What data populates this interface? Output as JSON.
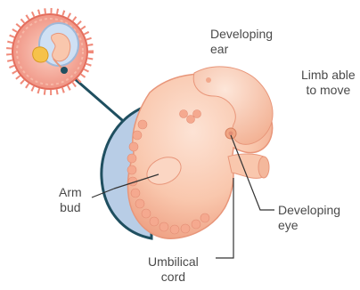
{
  "labels": {
    "developing_ear": [
      "Developing",
      "ear"
    ],
    "limb_able_to_move": [
      "Limb able",
      "to move"
    ],
    "arm_bud": [
      "Arm",
      "bud"
    ],
    "developing_eye": [
      "Developing",
      "eye"
    ],
    "umbilical_cord": [
      "Umbilical",
      "cord"
    ]
  },
  "colors": {
    "embryo_skin": "#f9c7ad",
    "embryo_shadow": "#e8967a",
    "somites": "#f5a98f",
    "amnion_blue": "#b8cde6",
    "connector_line": "#1f4f60",
    "label_text": "#4a4a4a",
    "blastocyst_outer": "#e9695a"
  }
}
